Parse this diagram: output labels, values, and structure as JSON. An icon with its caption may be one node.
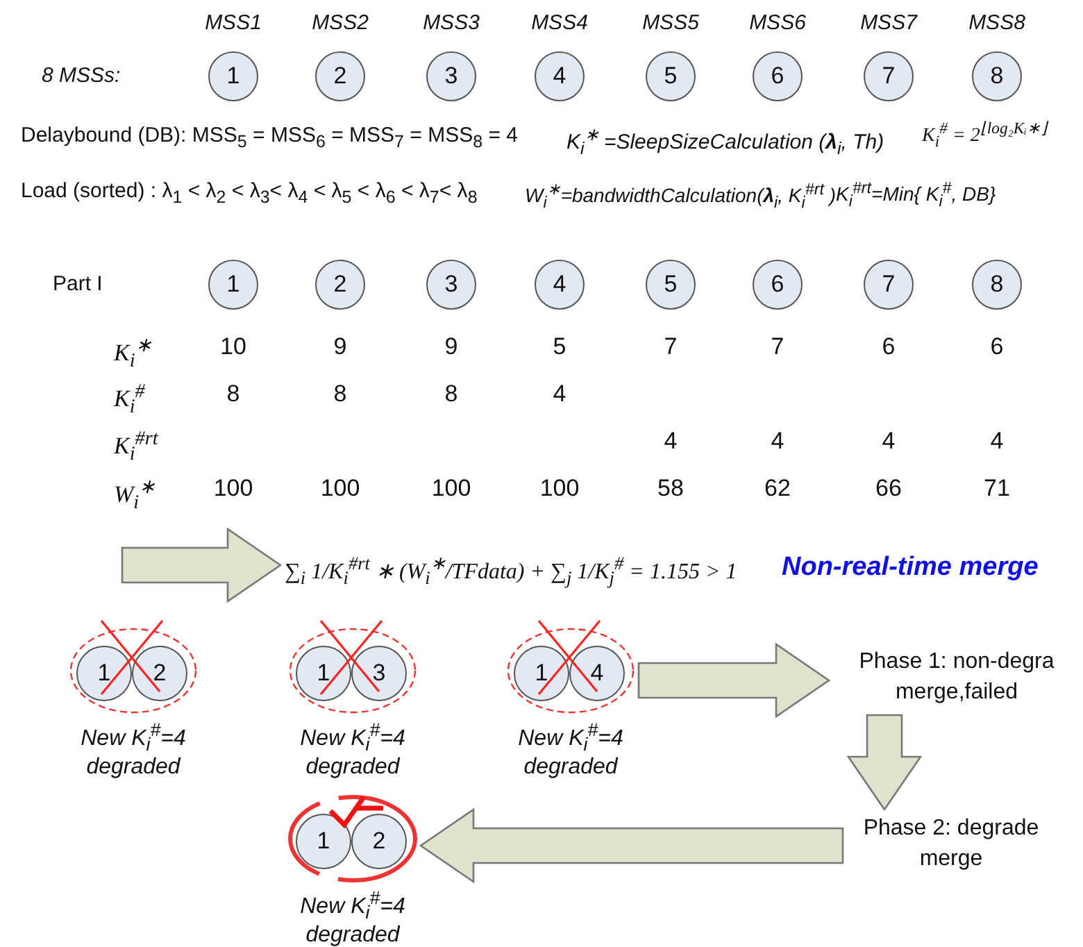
{
  "diagram": {
    "nodes": [
      {
        "text": [
          "1"
        ],
        "beside": [
          "MSS1"
        ]
      },
      {
        "text": [
          "2"
        ],
        "beside": [
          "MSS2"
        ]
      },
      {
        "text": [
          "3"
        ],
        "beside": [
          "MSS3"
        ]
      },
      {
        "text": [
          "4"
        ],
        "beside": [
          "MSS4"
        ]
      },
      {
        "text": [
          "5"
        ],
        "beside": [
          "MSS5"
        ]
      },
      {
        "text": [
          "6"
        ],
        "beside": [
          "MSS6"
        ]
      },
      {
        "text": [
          "7"
        ],
        "beside": [
          "MSS7"
        ]
      },
      {
        "text": [
          "8"
        ],
        "beside": [
          "MSS8"
        ]
      },
      {
        "text": [
          "1"
        ]
      },
      {
        "text": [
          "2"
        ]
      },
      {
        "text": [
          "3"
        ]
      },
      {
        "text": [
          "4"
        ]
      },
      {
        "text": [
          "5"
        ]
      },
      {
        "text": [
          "6"
        ]
      },
      {
        "text": [
          "7"
        ]
      },
      {
        "text": [
          "8"
        ]
      },
      {
        "text": [
          "∑$_{i}$ 1/K$_{i}$$^{#rt}$ ∗ (W$_{i}$$^{∗}$/TFdata) + ∑$_{j}$ 1/K$_{j}$$^{#}$ = 1.155 > 1"
        ]
      },
      {
        "text": [],
        "shape": "ellipse",
        "beside": [
          "New K$_{i}$$^{#}$=4 degraded"
        ]
      },
      {
        "text": [
          "1"
        ],
        "in": 17
      },
      {
        "text": [
          "2"
        ],
        "in": 17
      },
      {
        "text": [],
        "shape": "ellipse",
        "beside": [
          "New K$_{i}$$^{#}$=4 degraded"
        ]
      },
      {
        "text": [
          "1"
        ],
        "in": 20
      },
      {
        "text": [
          "3"
        ],
        "in": 20
      },
      {
        "text": [],
        "shape": "ellipse",
        "beside": [
          "New K$_{i}$$^{#}$=4 degraded"
        ]
      },
      {
        "text": [
          "1"
        ],
        "in": 23
      },
      {
        "text": [
          "4"
        ],
        "in": 23
      },
      {
        "text": [
          "Phase 1: non-degra merge,failed"
        ]
      },
      {
        "text": [],
        "shape": "ellipse",
        "beside": [
          "New K$_{i}$$^{#}$=4 degraded"
        ]
      },
      {
        "text": [
          "1"
        ],
        "in": 27
      },
      {
        "text": [
          "2"
        ],
        "in": 27
      },
      {
        "text": [
          "Phase 2: degrade merge"
        ]
      }
    ],
    "edges": [
      {
        "from": null,
        "to": 16,
        "arrow": "to"
      },
      {
        "from": 23,
        "to": 26,
        "arrow": "to"
      },
      {
        "from": 26,
        "to": 30,
        "arrow": "to"
      },
      {
        "from": 30,
        "to": 27,
        "arrow": "to"
      }
    ],
    "labels": [
      "8 MSSs:",
      "Delaybound (DB): MSS$_{5}$ = MSS$_{6}$ = MSS$_{7}$ = MSS$_{8}$ = 4",
      "K$_{i}$$^{∗}$ =SleepSizeCalculation (**λ**$_{i}$, Th)",
      "K$_{i}$$^{#}$ = 2$^{⌊log₂Kᵢ∗⌋}$",
      "Load (sorted) : λ$_{1}$ < λ$_{2}$ < λ$_{3}$< λ$_{4}$ < λ$_{5}$ < λ$_{6}$ < λ$_{7}$< λ$_{8}$",
      "W$_{i}$$^{∗}$=bandwidthCalculation(**λ**$_{i}$, K$_{i}$$^{#rt}$ )",
      "K$_{i}$$^{#rt}$=Min{ K$_{i}$$^{#}$, DB}",
      "Part I",
      "K$_{i}$$^{∗}$",
      "10",
      "9",
      "9",
      "5",
      "7",
      "7",
      "6",
      "6",
      "K$_{i}$$^{#}$",
      "8",
      "8",
      "8",
      "4",
      "K$_{i}$$^{#rt}$",
      "4",
      "4",
      "4",
      "4",
      "W$_{i}$$^{∗}$",
      "100",
      "100",
      "100",
      "100",
      "58",
      "62",
      "66",
      "71",
      "Non-real-time merge"
    ]
  }
}
